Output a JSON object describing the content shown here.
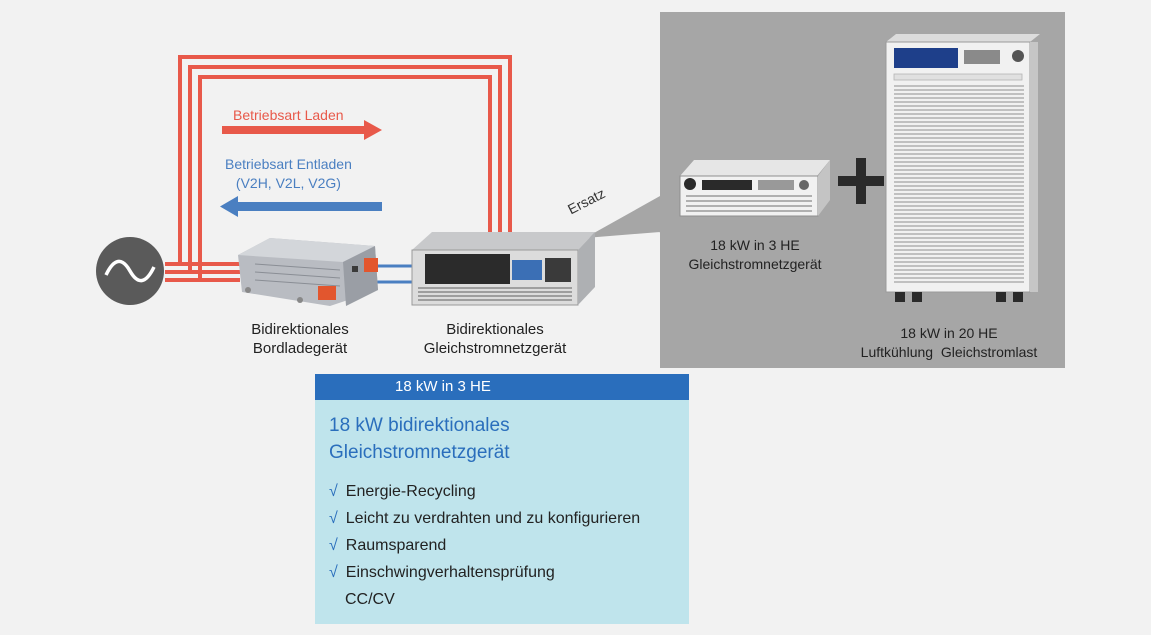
{
  "modes": {
    "charge": {
      "label": "Betriebsart Laden",
      "color": "#e8594a"
    },
    "discharge": {
      "line1": "Betriebsart Entladen",
      "line2": "(V2H, V2L, V2G)",
      "color": "#4a7fc1"
    }
  },
  "devices": {
    "obc": {
      "line1": "Bidirektionales",
      "line2": "Bordladegerät"
    },
    "psu": {
      "line1": "Bidirektionales",
      "line2": "Gleichstromnetzgerät"
    }
  },
  "replacement": {
    "label": "Ersatz",
    "psu_3he": {
      "line1": "18 kW in 3 HE",
      "line2": "Gleichstromnetzgerät"
    },
    "load_20he": {
      "line1": "18 kW in 20 HE",
      "line2": "Luftkühlung  Gleichstromlast"
    }
  },
  "panel": {
    "header": "18 kW in 3 HE",
    "title_line1": "18 kW bidirektionales",
    "title_line2": "Gleichstromnetzgerät",
    "check_mark": "√",
    "features": [
      "Energie-Recycling",
      "Leicht zu verdrahten und zu konfigurieren",
      "Raumsparend",
      "Einschwingverhaltensprüfung"
    ],
    "extra": "CC/CV"
  },
  "colors": {
    "panel_header": "#2a6ebc",
    "panel_body": "#bfe4ec",
    "gray_box": "#a6a6a6",
    "wire_red": "#e8594a",
    "wire_blue": "#4a7fc1"
  }
}
